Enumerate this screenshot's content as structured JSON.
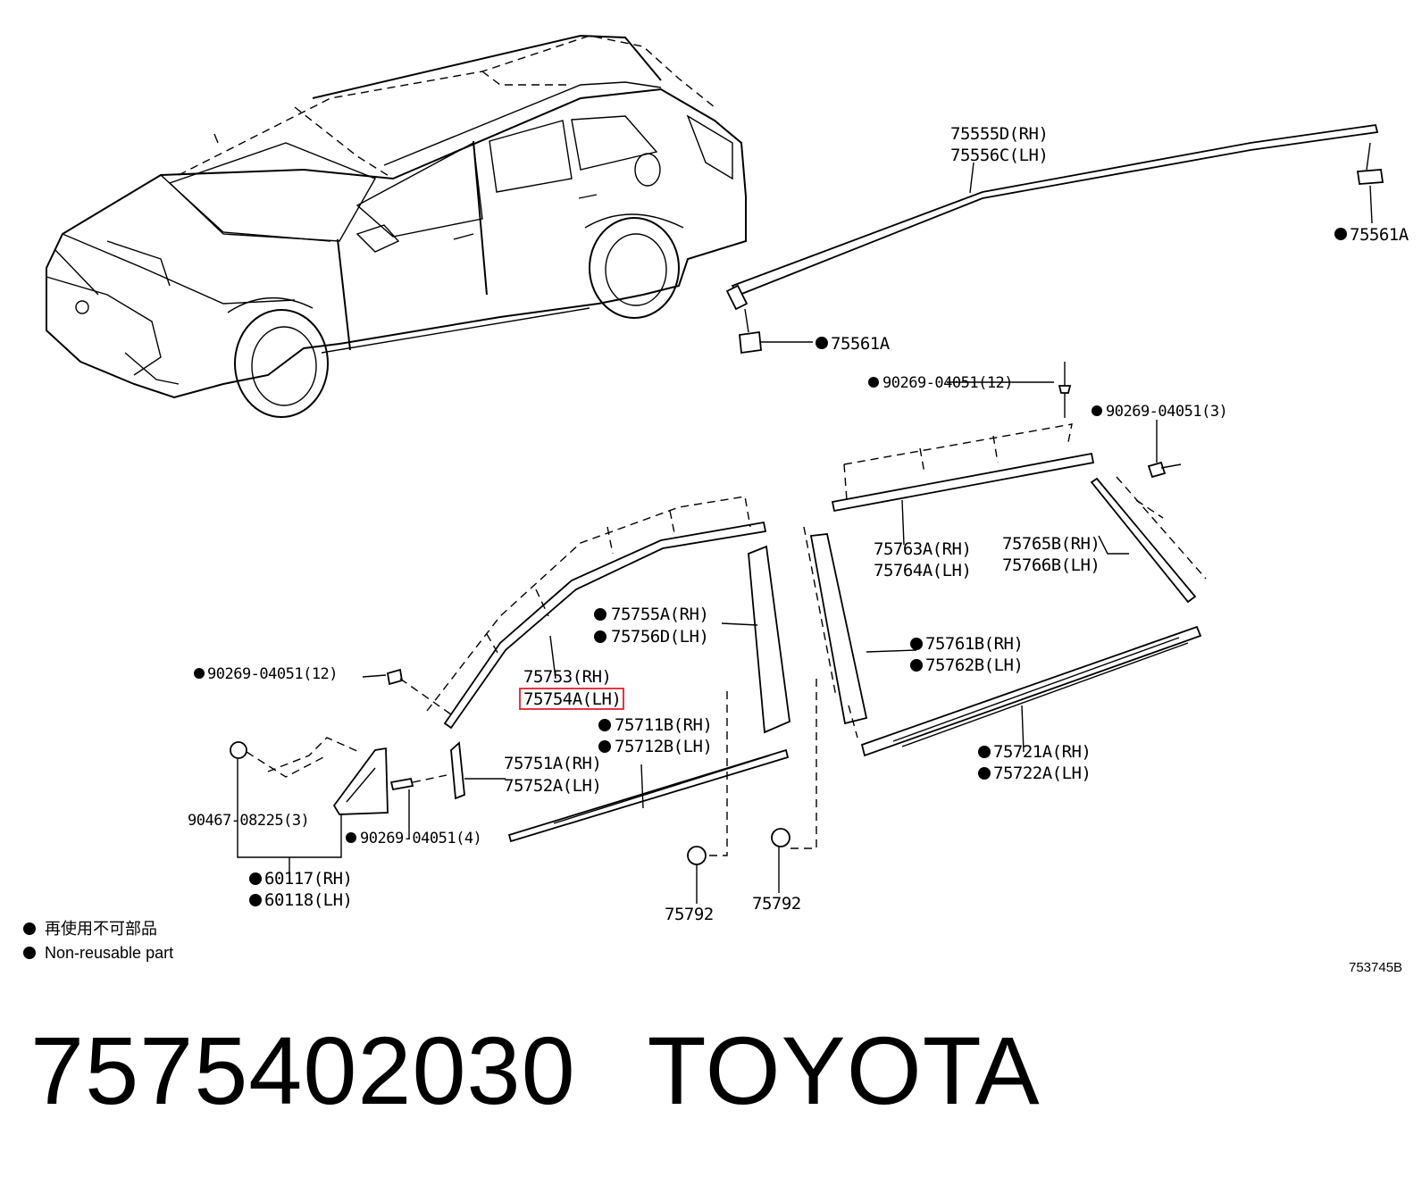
{
  "parts": {
    "roof_molding_rh": "75555D(RH)",
    "roof_molding_lh": "75556C(LH)",
    "clip_75561a_top": "75561A",
    "clip_75561a_left": "75561A",
    "screw_12_top": "90269-04051(12)",
    "screw_3_right": "90269-04051(3)",
    "molding_75763a_rh": "75763A(RH)",
    "molding_75764a_lh": "75764A(LH)",
    "molding_75765b_rh": "75765B(RH)",
    "molding_75766b_lh": "75766B(LH)",
    "garnish_75755a_rh": "75755A(RH)",
    "garnish_75756d_lh": "75756D(LH)",
    "garnish_75761b_rh": "75761B(RH)",
    "garnish_75762b_lh": "75762B(LH)",
    "screw_12_left": "90269-04051(12)",
    "molding_75753_rh": "75753(RH)",
    "molding_75754a_lh": "75754A(LH)",
    "molding_75711b_rh": "75711B(RH)",
    "molding_75712b_lh": "75712B(LH)",
    "molding_75751a_rh": "75751A(RH)",
    "molding_75752a_lh": "75752A(LH)",
    "molding_75721a_rh": "75721A(RH)",
    "molding_75722a_lh": "75722A(LH)",
    "nut_90467": "90467-08225(3)",
    "screw_4": "90269-04051(4)",
    "cover_60117_rh": "60117(RH)",
    "cover_60118_lh": "60118(LH)",
    "clip_75792_a": "75792",
    "clip_75792_b": "75792"
  },
  "legend": {
    "line_jp": "再使用不可部品",
    "line_en": "Non-reusable part"
  },
  "illustration_code": "753745B",
  "footer": {
    "part_number": "7575402030",
    "brand": "TOYOTA"
  },
  "highlight_color": "#e0202a"
}
